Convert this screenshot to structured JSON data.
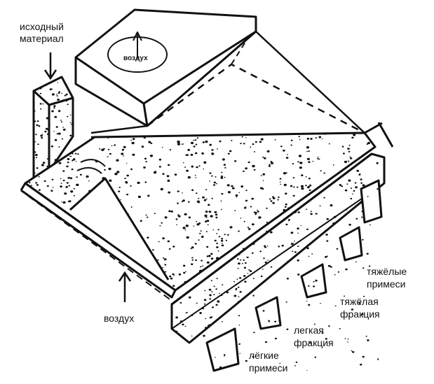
{
  "labels": {
    "input_line1": "исходный",
    "input_line2": "материал",
    "air_top": "воздух",
    "air_bottom": "воздух",
    "heavy_impurities_1": "тяжёлые",
    "heavy_impurities_2": "примеси",
    "heavy_fraction_1": "тяжёлая",
    "heavy_fraction_2": "фракция",
    "light_fraction_1": "легкая",
    "light_fraction_2": "фракция",
    "light_impurities_1": "лёгкие",
    "light_impurities_2": "примеси"
  },
  "colors": {
    "ink": "#111111",
    "background": "#ffffff"
  }
}
